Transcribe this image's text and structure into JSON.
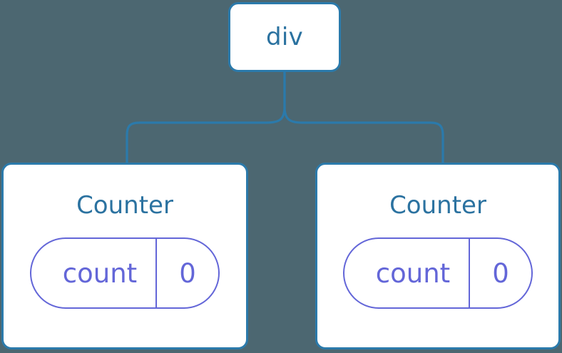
{
  "diagram": {
    "type": "component-tree",
    "background_color": "#4c6771",
    "node_border_color": "#2b7aab",
    "node_text_color": "#2b72a0",
    "state_color": "#6366d8",
    "edge_color": "#2b7aab"
  },
  "root": {
    "label": "div"
  },
  "children": [
    {
      "label": "Counter",
      "state": {
        "key": "count",
        "value": "0"
      }
    },
    {
      "label": "Counter",
      "state": {
        "key": "count",
        "value": "0"
      }
    }
  ]
}
